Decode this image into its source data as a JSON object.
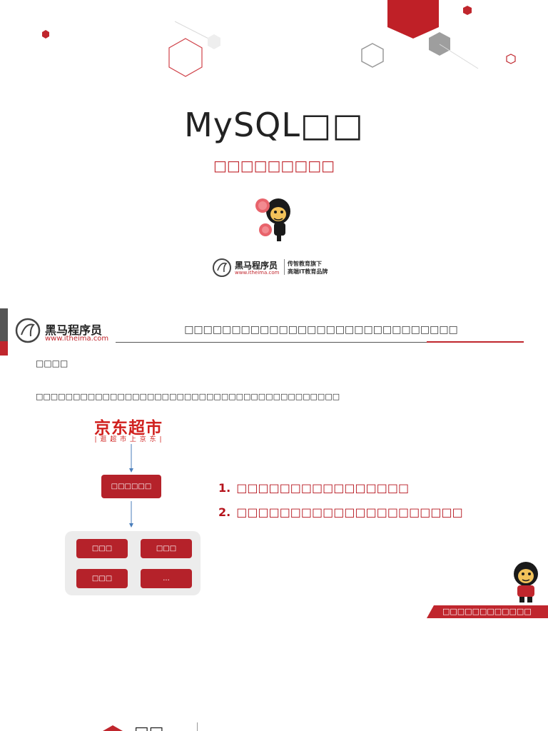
{
  "slide1": {
    "title": "MySQL□□",
    "subtitle": "□□□□□□□□□",
    "logo": {
      "name": "黑马程序员",
      "url": "www.itheima.com",
      "tagline_1": "传智教育旗下",
      "tagline_2": "高端IT教育品牌"
    }
  },
  "slide2": {
    "logo": {
      "name": "黑马程序员",
      "url": "www.itheima.com"
    },
    "heading": "□□□□□□□□□□□□□□□□□□□□□□□□□□□□□",
    "label": "□□□□",
    "description": "□□□□□□□□□□□□□□□□□□□□□□□□□□□□□□□□□□□□□□□□□",
    "diagram": {
      "brand": "京东超市",
      "slogan": "| 逛 超 市 上 京 东 |",
      "center_node": "□□□□□□",
      "nodes": [
        "□□□",
        "□□□",
        "□□□",
        "..."
      ]
    },
    "points": [
      {
        "num": "1.",
        "text": "□□□□□□□□□□□□□□□□"
      },
      {
        "num": "2.",
        "text": "□□□□□□□□□□□□□□□□□□□□□"
      }
    ],
    "footer": "□□□□□□□□□□□□",
    "colors": {
      "accent": "#c0262d",
      "box": "#b5222a",
      "panel": "#ececec"
    }
  },
  "slide3": {
    "heading_partial": "□□"
  }
}
